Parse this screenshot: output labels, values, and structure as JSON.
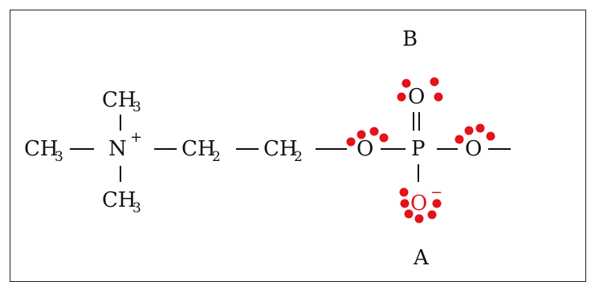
{
  "molecule": {
    "label_top_methyl": "CH",
    "label_top_methyl_sub": "3",
    "label_left_methyl": "CH",
    "label_left_methyl_sub": "3",
    "label_bottom_methyl": "CH",
    "label_bottom_methyl_sub": "3",
    "label_nitrogen": "N",
    "label_nitrogen_charge": "+",
    "label_ch2_first": "CH",
    "label_ch2_first_sub": "2",
    "label_ch2_second": "CH",
    "label_ch2_second_sub": "2",
    "label_ester_oxygen": "O",
    "label_phosphorus": "P",
    "label_right_oxygen": "O",
    "label_double_oxygen": "O",
    "label_anionic_oxygen": "O",
    "label_anionic_charge": "−",
    "marker_b": "B",
    "marker_a": "A"
  },
  "colors": {
    "lone_pair": "#e3121b",
    "ink": "#111111"
  }
}
